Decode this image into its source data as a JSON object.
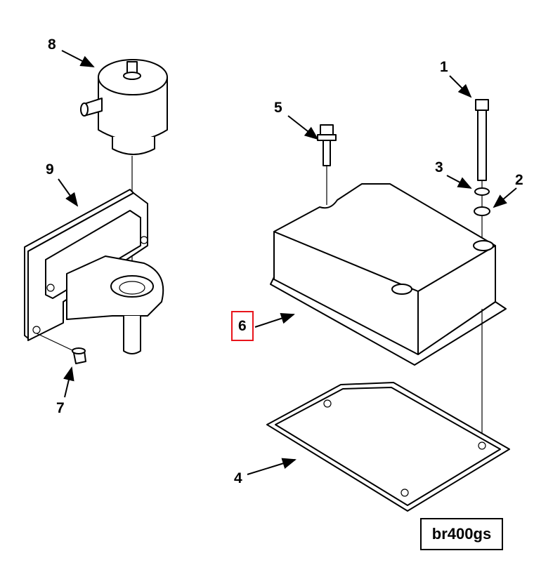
{
  "diagram": {
    "callouts": [
      "1",
      "2",
      "3",
      "4",
      "5",
      "6",
      "7",
      "8",
      "9"
    ],
    "highlighted_callout": "6",
    "reference_code": "br400gs",
    "highlight_color": "#e8141b"
  }
}
